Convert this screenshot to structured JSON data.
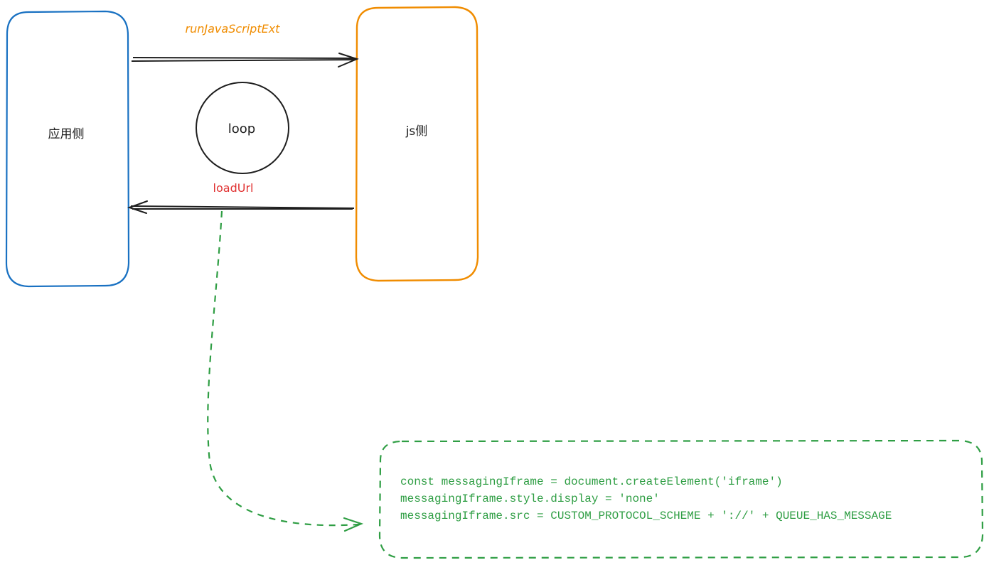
{
  "colors": {
    "app_box": "#1971c2",
    "js_box": "#f08c00",
    "arrow": "#1e1e1e",
    "run_label": "#f08c00",
    "load_label": "#e03131",
    "dashed": "#2f9e44",
    "code_text": "#2f9e44",
    "text": "#1e1e1e"
  },
  "nodes": {
    "app_side": {
      "label": "应用侧"
    },
    "js_side": {
      "label": "js侧"
    },
    "loop": {
      "label": "loop"
    }
  },
  "edges": {
    "run_js": {
      "label": "runJavaScriptExt",
      "from": "app_side",
      "to": "js_side"
    },
    "load_url": {
      "label": "loadUrl",
      "from": "js_side",
      "to": "app_side"
    },
    "load_url_detail": {
      "from": "load_url",
      "to": "code_block",
      "style": "dashed"
    }
  },
  "code_block": {
    "lines": [
      "const messagingIframe = document.createElement('iframe')",
      "messagingIframe.style.display = 'none'",
      "messagingIframe.src = CUSTOM_PROTOCOL_SCHEME + '://' + QUEUE_HAS_MESSAGE"
    ]
  }
}
